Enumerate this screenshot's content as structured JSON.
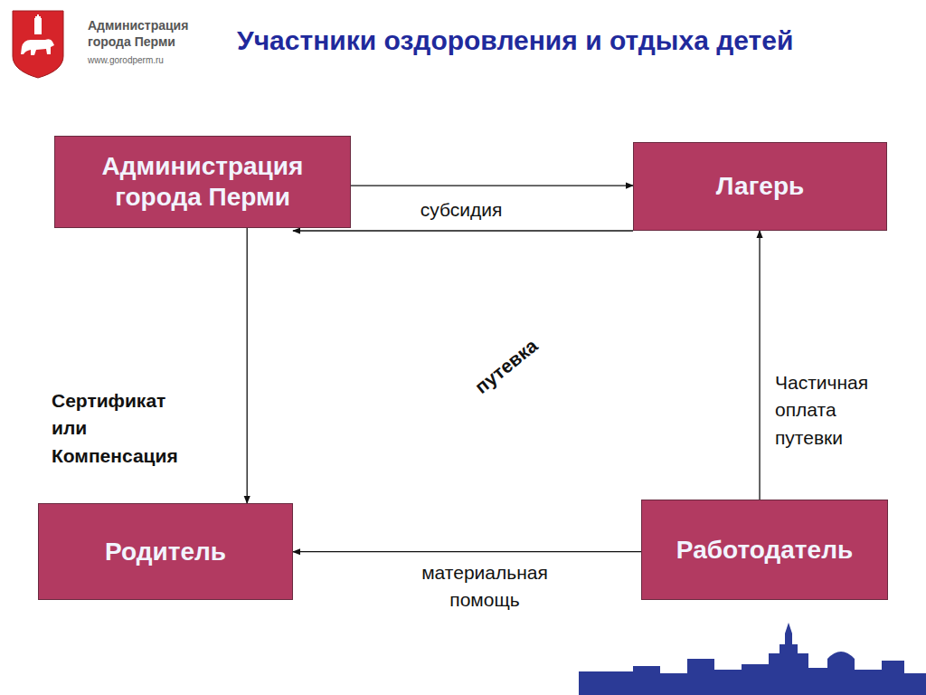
{
  "diagram": {
    "title": "Участники оздоровления и отдыха детей",
    "nodes": [
      {
        "text": [
          "Администрация города Перми"
        ]
      },
      {
        "text": [
          "Лагерь"
        ]
      },
      {
        "text": [
          "Родитель"
        ]
      },
      {
        "text": [
          "Работодатель"
        ]
      }
    ],
    "edges": [
      {
        "from": 0,
        "to": 1,
        "label": "субсидия",
        "arrow": "to"
      },
      {
        "from": 0,
        "to": 2,
        "label": "Сертификат или Компенсация",
        "arrow": "to"
      },
      {
        "from": 1,
        "to": 2,
        "label": "путевка",
        "arrow": "to"
      },
      {
        "from": 3,
        "to": 1,
        "label": "Частичная оплата путевки",
        "arrow": "to"
      },
      {
        "from": 3,
        "to": 2,
        "label": "материальная помощь",
        "arrow": "to"
      }
    ],
    "labels": [
      "Администрация города Перми",
      "www.gorodperm.ru"
    ]
  }
}
